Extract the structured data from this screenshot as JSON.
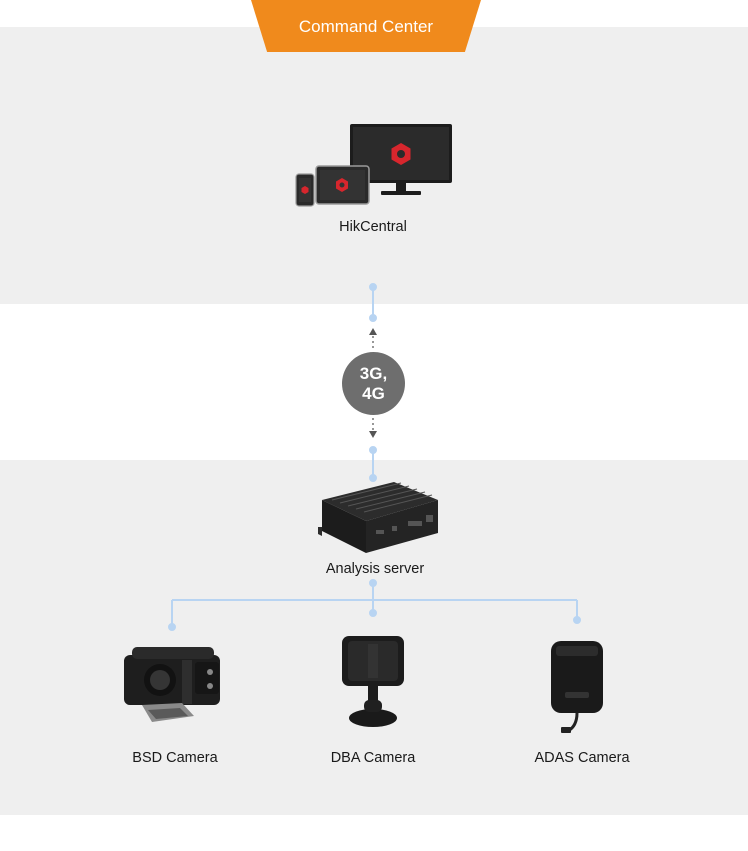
{
  "header": {
    "title": "Command Center"
  },
  "platform": {
    "label": "HikCentral"
  },
  "network": {
    "line1": "3G,",
    "line2": "4G"
  },
  "server": {
    "label": "Analysis server"
  },
  "cameras": [
    {
      "label": "BSD Camera"
    },
    {
      "label": "DBA Camera"
    },
    {
      "label": "ADAS Camera"
    }
  ],
  "colors": {
    "accent": "#f08a1c",
    "connector": "#b8d4f2",
    "panel": "#efefef",
    "logo": "#d7262d",
    "badge": "#6e6e6e"
  },
  "icons": {
    "platform": "monitor-tablet-phone-icon",
    "server": "mobile-dvr-icon",
    "bsd": "bsd-camera-icon",
    "dba": "dba-camera-icon",
    "adas": "adas-camera-icon"
  }
}
